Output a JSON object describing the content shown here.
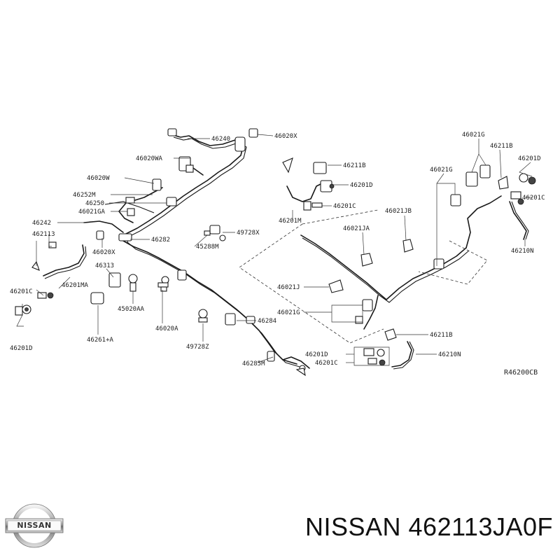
{
  "diagram": {
    "reference_code": "R46200CB",
    "labels": {
      "l46240": "46240",
      "l46020x_top": "46020X",
      "l46020wa": "46020WA",
      "l46020w": "46020W",
      "l46252m": "46252M",
      "l46250": "46250",
      "l46021ga": "46021GA",
      "l46242": "46242",
      "l462113": "462113",
      "l46201ma": "46201MA",
      "l46201c_l": "46201C",
      "l46201d_l": "46201D",
      "l46020x_mid": "46020X",
      "l46313": "46313",
      "l46261a": "46261+A",
      "l45020aa": "45020AA",
      "l46020a": "46020A",
      "l46282": "46282",
      "l45288m": "45288M",
      "l49728x": "49728X",
      "l49728z": "49728Z",
      "l46284": "46284",
      "l46285m": "46285M",
      "l46211b_c": "46211B",
      "l46201d_c": "46201D",
      "l46201c_c": "46201C",
      "l46201m": "46201M",
      "l46021jb": "46021JB",
      "l46021ja": "46021JA",
      "l46021j": "46021J",
      "l46021g_c": "46021G",
      "l46201d_b": "46201D",
      "l46201c_b": "46201C",
      "l46211b_b": "46211B",
      "l46210n_b": "46210N",
      "l46021g_r1": "46021G",
      "l46211b_r": "46211B",
      "l46201d_r": "46201D",
      "l46021g_r2": "46021G",
      "l46201c_r": "46201C",
      "l46210n_r": "46210N"
    }
  },
  "logo": {
    "text": "NISSAN"
  },
  "product": {
    "title": "NISSAN 462113JA0F"
  }
}
